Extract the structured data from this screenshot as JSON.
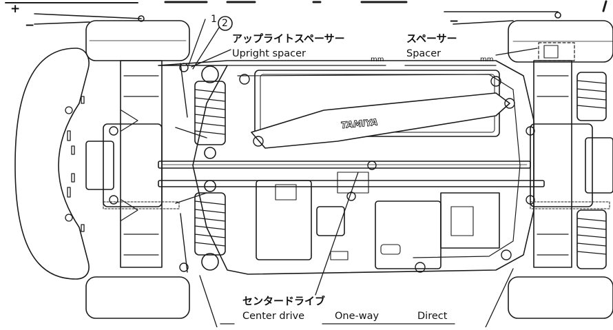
{
  "camber": {
    "plus": "+",
    "minus": "−",
    "right_minus": "−"
  },
  "callout": {
    "one": "1",
    "two": "2"
  },
  "upright": {
    "jp": "アップライトスペーサー",
    "en": "Upright spacer",
    "unit": "mm"
  },
  "spacer": {
    "jp": "スペーサー",
    "en": "Spacer",
    "unit": "mm"
  },
  "center": {
    "jp": "センタードライブ",
    "en": "Center drive",
    "oneway": "One-way",
    "direct": "Direct"
  },
  "decal": "TAMIYA"
}
